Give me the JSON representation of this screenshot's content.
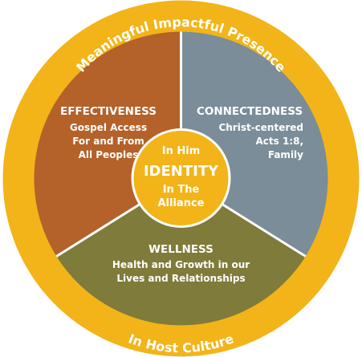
{
  "outer_ring": {
    "top_text": "Meaningful Impactful Presence",
    "bottom_text": "In Host Culture"
  },
  "segments": {
    "effectiveness": {
      "title": "EFFECTIVENESS",
      "lines": [
        "Gospel Access",
        "For and From",
        "All Peoples"
      ]
    },
    "connectedness": {
      "title": "CONNECTEDNESS",
      "lines": [
        "Christ-centered",
        "Acts 1:8,",
        "Family"
      ]
    },
    "wellness": {
      "title": "WELLNESS",
      "lines": [
        "Health and Growth in our",
        "Lives and Relationships"
      ]
    }
  },
  "core": {
    "top": "In Him",
    "title": "IDENTITY",
    "bottom_line1": "In The",
    "bottom_line2": "Alliance"
  },
  "colors": {
    "ring": "#F2B418",
    "effectiveness": "#B4612A",
    "connectedness": "#7B8D98",
    "wellness": "#7E7B3B",
    "core": "#F2B418",
    "text": "#FFFFFF"
  }
}
